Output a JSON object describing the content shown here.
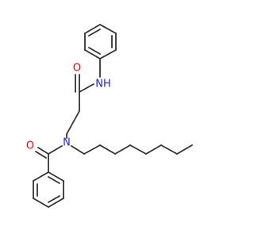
{
  "molecule": {
    "atoms": {
      "n_amide": "N",
      "nh_label": "NH",
      "o_amide_top": "O",
      "o_amide_left": "O"
    },
    "colors": {
      "bond": "#333333",
      "nitrogen": "#2020ff",
      "oxygen": "#ff0000",
      "background": "#ffffff"
    }
  }
}
